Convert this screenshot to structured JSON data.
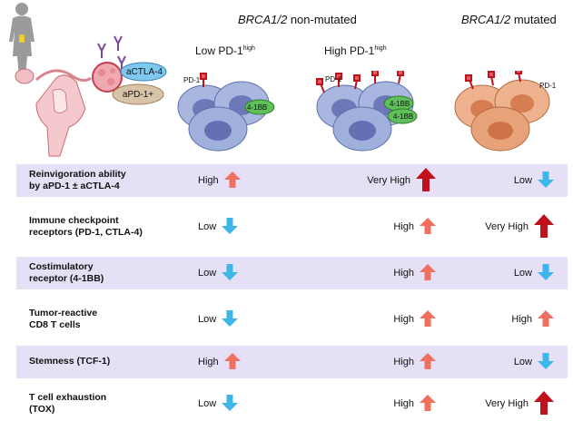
{
  "header": {
    "group1_gene": "BRCA1/2",
    "group1_suffix": " non-mutated",
    "group2_gene": "BRCA1/2",
    "group2_suffix": " mutated",
    "sub_low": "Low PD-1",
    "sub_low_sup": "high",
    "sub_high": "High PD-1",
    "sub_high_sup": "high"
  },
  "illustration": {
    "actla4": "aCTLA-4",
    "apd1": "aPD-1+",
    "pd1_a": "PD-1",
    "pd1_b": "PD-1",
    "pd1_c": "PD-1",
    "bb_a": "4-1BB",
    "bb_b": "4-1BB",
    "bb_c": "4-1BB"
  },
  "colors": {
    "up_light": "#f07060",
    "up_dark": "#c0121c",
    "down": "#3fb6ea",
    "row_shade": "#e6e0f6",
    "cell_blue": "#9fb0dc",
    "cell_orange": "#e7a27a"
  },
  "rows": [
    {
      "label": "Reinvigoration ability\nby aPD-1 ± aCTLA-4",
      "shaded": true,
      "cells": [
        {
          "text": "High",
          "arrow": "up-light"
        },
        {
          "text": "Very High",
          "arrow": "up-dark"
        },
        {
          "text": "Low",
          "arrow": "down"
        }
      ]
    },
    {
      "label": "Immune checkpoint\nreceptors (PD-1, CTLA-4)",
      "shaded": false,
      "cells": [
        {
          "text": "Low",
          "arrow": "down"
        },
        {
          "text": "High",
          "arrow": "up-light"
        },
        {
          "text": "Very High",
          "arrow": "up-dark"
        }
      ]
    },
    {
      "label": "Costimulatory\nreceptor (4-1BB)",
      "shaded": true,
      "cells": [
        {
          "text": "Low",
          "arrow": "down"
        },
        {
          "text": "High",
          "arrow": "up-light"
        },
        {
          "text": "Low",
          "arrow": "down"
        }
      ]
    },
    {
      "label": "Tumor-reactive\nCD8 T cells",
      "shaded": false,
      "cells": [
        {
          "text": "Low",
          "arrow": "down"
        },
        {
          "text": "High",
          "arrow": "up-light"
        },
        {
          "text": "High",
          "arrow": "up-light"
        }
      ]
    },
    {
      "label": "Stemness (TCF-1)",
      "shaded": true,
      "cells": [
        {
          "text": "High",
          "arrow": "up-light"
        },
        {
          "text": "High",
          "arrow": "up-light"
        },
        {
          "text": "Low",
          "arrow": "down"
        }
      ]
    },
    {
      "label": "T cell exhaustion\n(TOX)",
      "shaded": false,
      "cells": [
        {
          "text": "Low",
          "arrow": "down"
        },
        {
          "text": "High",
          "arrow": "up-light"
        },
        {
          "text": "Very High",
          "arrow": "up-dark"
        }
      ]
    }
  ]
}
